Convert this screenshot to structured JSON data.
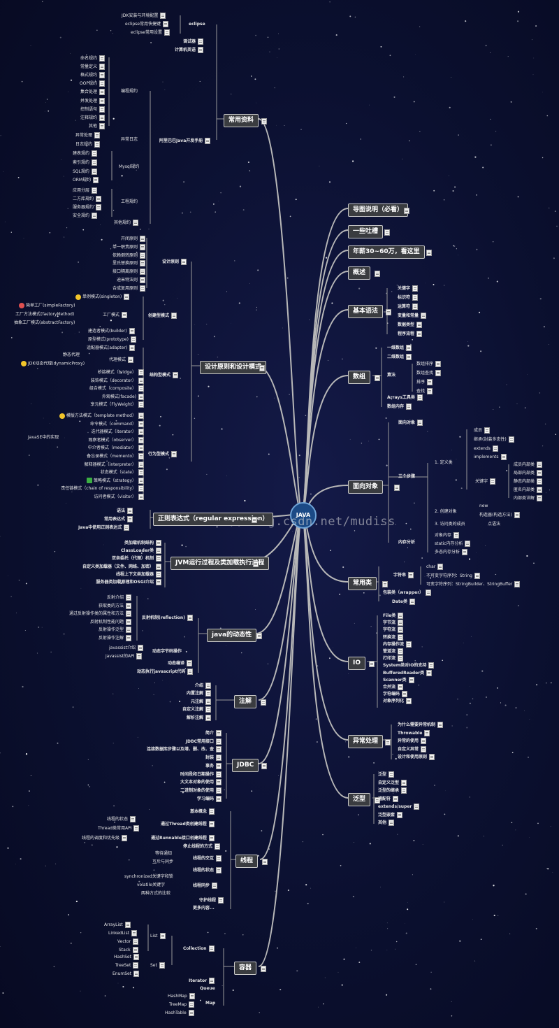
{
  "root": "JAVA",
  "watermark": "http://blog.csdn.net/mudiss",
  "colors": {
    "background": "#0b1030",
    "link": "#b8b8b8",
    "root_fill": "#1b4a86",
    "box": "#3a3c40"
  },
  "icons": {
    "note": "note-icon",
    "smile": "smile-emoji-icon",
    "thumb": "thumbs-up-icon",
    "flag": "flag-icon"
  },
  "right": {
    "guide": "导图说明（必看）",
    "complaints": "一些吐槽",
    "salary": "年薪30~60万，看这里",
    "overview": "概述",
    "basic_syntax": {
      "title": "基本语法",
      "items": [
        "关键字",
        "标识符",
        "运算符",
        "变量和常量",
        "数据类型",
        "程序流程"
      ]
    },
    "array": {
      "title": "数组",
      "one": "一维数组",
      "two": "二维数组",
      "algo": "算法",
      "algo_items": [
        "数组排序",
        "数组查找",
        "排序",
        "查找"
      ],
      "tools": "Arrays工具类",
      "memory": "数组内存"
    },
    "oop": {
      "title": "面向对象",
      "idea": "面向对象",
      "steps": "三个步骤",
      "define": "1. 定义类",
      "define_items": [
        "成员",
        "继承(封装多态性)",
        "extends",
        "implements"
      ],
      "keyword": "关键字",
      "keyword_items": [
        "成员内部类",
        "局部内部类",
        "静态内部类",
        "匿名内部类",
        "内部类详解"
      ],
      "create": "2. 创建对象",
      "create_items": [
        "new",
        "构造器(构造方法)"
      ],
      "call": "3. 访问类的成员",
      "call_item": "点语法",
      "mem": "内存分析",
      "mem_items": [
        "对象内存",
        "static内存分析",
        "多态内存分析"
      ]
    },
    "common": {
      "title": "常用类",
      "string": "字符串",
      "string_items": [
        "char",
        "不可变字符序列：String",
        "可变字符序列：StringBuilder、StringBuffer"
      ],
      "wrapper": "包装类（wrapper）",
      "date": "Date类"
    },
    "io": {
      "title": "IO",
      "items": [
        "File类",
        "字节流",
        "字符流",
        "转换流",
        "内存操作流",
        "管道流",
        "打印流",
        "System类对IO的支持",
        "BufferedReader类",
        "Scanner类",
        "合并流",
        "字符编码",
        "对象序列化"
      ]
    },
    "exception": {
      "title": "异常处理",
      "items": [
        "为什么需要异常机制",
        "Throwable",
        "异常的使用",
        "自定义异常",
        "设计和使用原则"
      ]
    },
    "generic": {
      "title": "泛型",
      "items": [
        "泛型",
        "自定义泛型",
        "泛型的继承",
        "通配符",
        "extends/super",
        "泛型嵌套",
        "其他"
      ]
    }
  },
  "left": {
    "materials": {
      "title": "常用资料",
      "eclipse": "eclipse",
      "eclipse_items": [
        "JDK安装与环境配置",
        "eclipse常用快捷键",
        "eclipse常用设置"
      ],
      "debug": "调试器",
      "books": "计算机英语",
      "manual": "阿里巴巴Java开发手册",
      "coding": "编程规约",
      "coding_items": [
        "命名规约",
        "常量定义",
        "格式规约",
        "OOP规约",
        "集合处理",
        "并发处理",
        "控制语句",
        "注释规约",
        "其他"
      ],
      "exception_log": "异常日志",
      "exception_log_items": [
        "异常处理",
        "日志规约"
      ],
      "mysql": "Mysql规约",
      "mysql_items": [
        "建表规约",
        "索引规约",
        "SQL规约",
        "ORM规约"
      ],
      "project": "工程规约",
      "project_items": [
        "应用分层",
        "二方库规约",
        "服务器规约",
        "安全规约"
      ],
      "other": "其他规约"
    },
    "patterns": {
      "title": "设计原则和设计模式",
      "principles": "设计原则",
      "principle_items": [
        "开闭原则",
        "单一职责原则",
        "依赖倒转原则",
        "里氏替换原则",
        "接口隔离原则",
        "迪米特法则",
        "合成复用原则"
      ],
      "creational": "创建型模式",
      "singleton": "单例模式(singleton)",
      "factory": "工厂模式",
      "factory_items": [
        "简单工厂(simpleFactory)",
        "工厂方法模式(factoryMethod)",
        "抽象工厂模式(abstractFactory)"
      ],
      "builder": "建造者模式(builder)",
      "prototype": "原型模式(prototype)",
      "structural": "结构型模式",
      "adapter": "适配器模式(adapter)",
      "proxy": "代理模式",
      "proxy_items": [
        "静态代理",
        "JDK动态代理(dynamicProxy)"
      ],
      "structural_items": [
        "桥接模式（bridge）",
        "装饰模式（decorator）",
        "组合模式（composite）",
        "外观模式(facade)",
        "享元模式（FlyWeight）"
      ],
      "behavioral": "行为型模式",
      "behavioral_items": [
        "模版方法模式（template method）",
        "命令模式（command）",
        "迭代器模式（iterator）",
        "观察者模式（observer）",
        "中介者模式（mediator）",
        "备忘录模式（memento）",
        "解释器模式（interpreter）",
        "状态模式（state）",
        "策略模式（strategy）",
        "责任链模式（chain of responsibility）",
        "访问者模式（visitor）"
      ],
      "javase_impl": "JavaSE中的实现"
    },
    "regex": {
      "title": "正则表达式（regular expression）",
      "items": [
        "语法",
        "常用表达式",
        "Java中使用正则表达式"
      ]
    },
    "jvm": {
      "title": "JVM运行过程及类加载执行过程",
      "items": [
        "类加载机制结构",
        "ClassLoader类",
        "双亲委托（代理）机制",
        "自定义类加载器（文件、网络、加密）",
        "线程上下文类加载器",
        "服务器类加载原理和OSGI介绍"
      ]
    },
    "dynamic": {
      "title": "java的动态性",
      "reflection": "反射机制(reflection)",
      "reflection_items": [
        "反射介绍",
        "获取类的方法",
        "通过反射操作类的属性和方法",
        "反射机制性能问题",
        "反射操作泛型",
        "反射操作注解"
      ],
      "bytecode": "动态字节码操作",
      "bytecode_items": [
        "javassist介绍",
        "javassist的API"
      ],
      "compile": "动态编译",
      "script": "动态执行javascript代码"
    },
    "annotation": {
      "title": "注解",
      "items": [
        "介绍",
        "内置注解",
        "元注解",
        "自定义注解",
        "解析注解"
      ]
    },
    "jdbc": {
      "title": "JDBC",
      "items": [
        "简介",
        "JDBC常用接口",
        "连接数据库步骤以及增、删、改、查",
        "封装",
        "事务",
        "时间段和日期操作",
        "大文本对象的使用",
        "二进制对象的使用",
        "学习编码"
      ]
    },
    "thread": {
      "title": "线程",
      "intro": "基本概念",
      "extend": "通过Thread类创建线程",
      "extend_items": [
        "线程的状态",
        "Thread类常用API"
      ],
      "runnable": "通过Runnable接口创建线程",
      "runnable_item": "线程的调度和优先级",
      "stop": "停止线程的方式",
      "comm": "线程的交互",
      "comm_items": [
        "等待通知",
        "互斥与同步"
      ],
      "state": "线程的状态",
      "safety": "线程同步",
      "safety_items": [
        "synchronized关键字和锁",
        "volatile关键字",
        "两种方式的比较"
      ],
      "guard": "守护线程",
      "more": "更多内容..."
    },
    "container": {
      "title": "容器",
      "collection": "Collection",
      "list": "List",
      "list_items": [
        "ArrayList",
        "LinkedList",
        "Vector",
        "Stack"
      ],
      "set": "Set",
      "set_items": [
        "HashSet",
        "TreeSet",
        "EnumSet"
      ],
      "iterator": "Iterator",
      "queue": "Queue",
      "map": "Map",
      "map_items": [
        "HashMap",
        "TreeMap",
        "HashTable"
      ]
    }
  }
}
